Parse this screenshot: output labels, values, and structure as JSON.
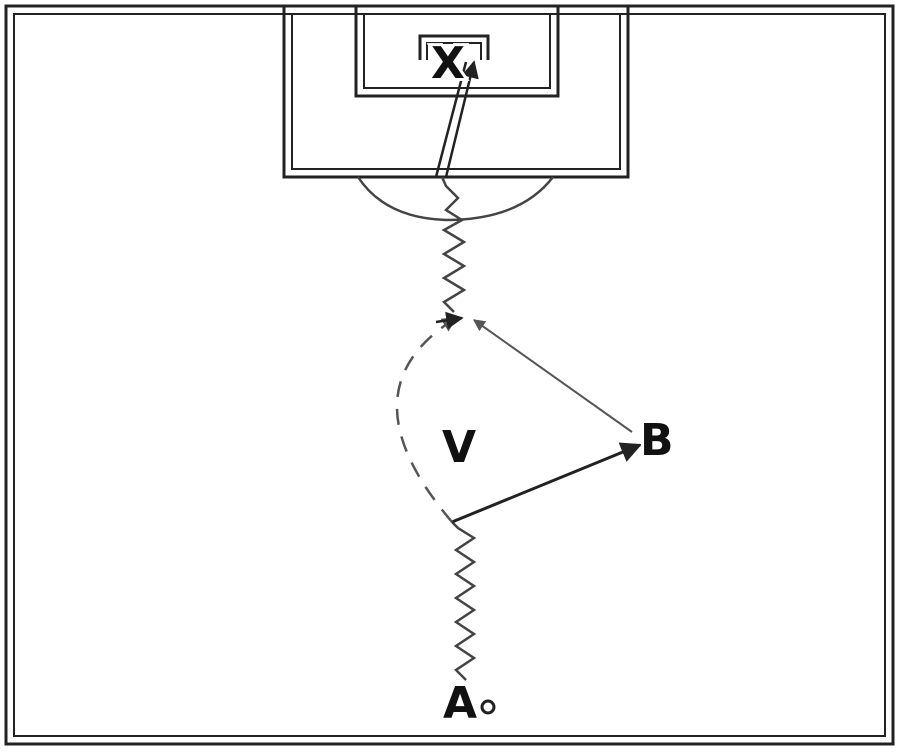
{
  "labels": {
    "attacker": "A",
    "teammate": "B",
    "defender": "V",
    "goalkeeper": "X"
  },
  "colors": {
    "line": "#222222",
    "movement": "#555555",
    "background": "#ffffff"
  }
}
